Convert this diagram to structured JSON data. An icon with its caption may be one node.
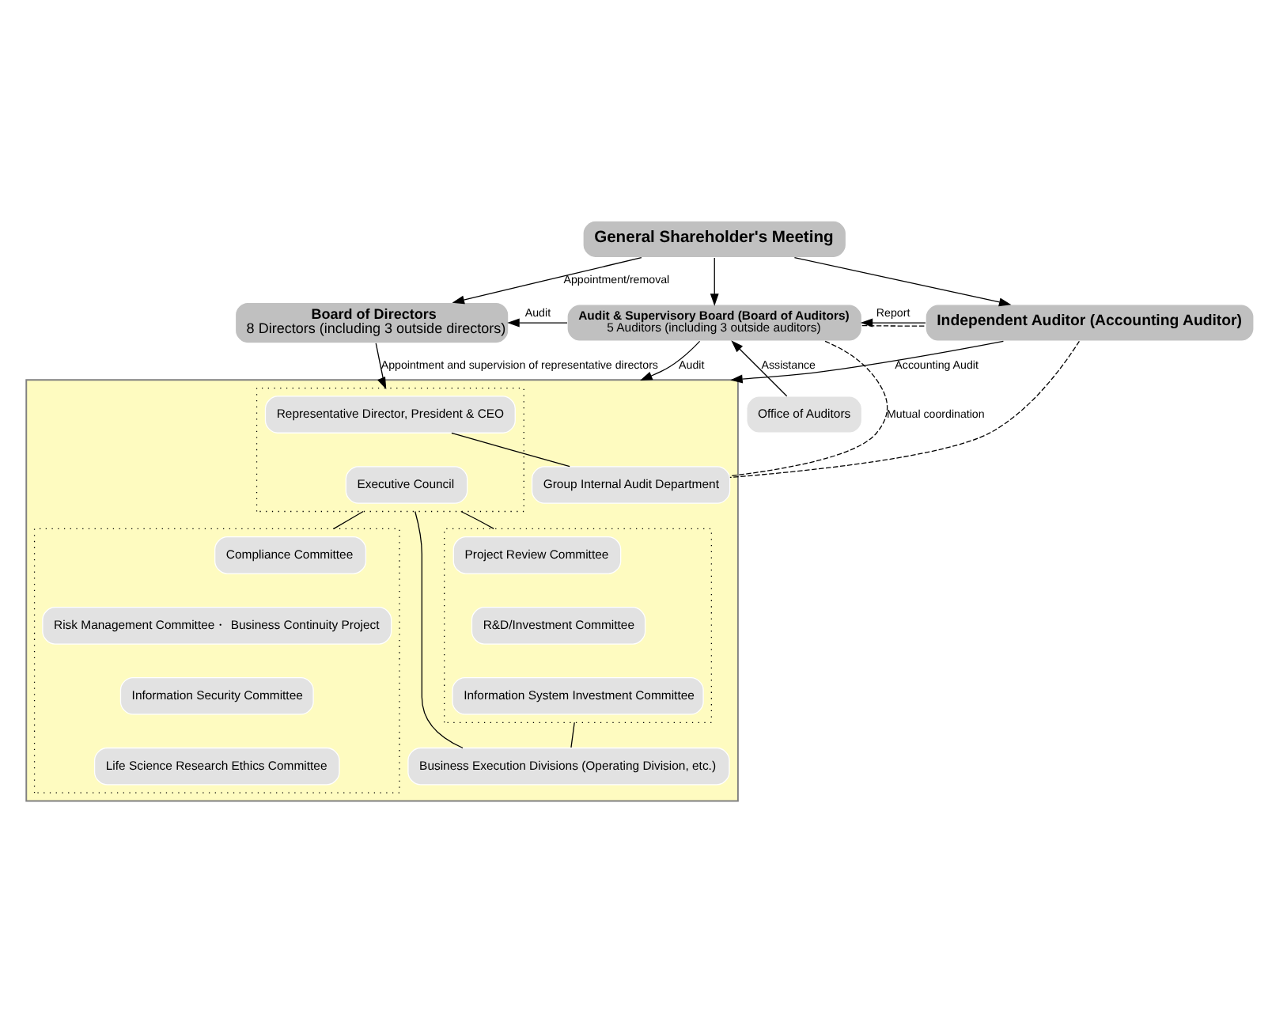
{
  "diagram": {
    "nodes": [
      {
        "text": [
          "General Shareholder's Meeting"
        ]
      },
      {
        "text": [
          "Board of Directors",
          "8 Directors (including 3 outside directors)"
        ]
      },
      {
        "text": [
          "Audit & Supervisory Board (Board of Auditors)",
          "5 Auditors (including 3 outside auditors)"
        ]
      },
      {
        "text": [
          "Independent Auditor (Accounting Auditor)"
        ]
      },
      {
        "text": [
          "Office of Auditors"
        ]
      },
      {
        "text": [],
        "shape": "box"
      },
      {
        "text": [],
        "shape": "box",
        "in": 5
      },
      {
        "text": [
          "Representative Director, President & CEO"
        ],
        "in": 6
      },
      {
        "text": [
          "Executive Council"
        ],
        "in": 6
      },
      {
        "text": [
          "Group Internal Audit Department"
        ],
        "in": 5
      },
      {
        "text": [],
        "shape": "box",
        "in": 5
      },
      {
        "text": [
          "Project Review Committee"
        ],
        "in": 10
      },
      {
        "text": [
          "R&D/Investment Committee"
        ],
        "in": 10
      },
      {
        "text": [
          "Information System Investment Committee"
        ],
        "in": 10
      },
      {
        "text": [],
        "shape": "box",
        "in": 5
      },
      {
        "text": [
          "Compliance Committee"
        ],
        "in": 14
      },
      {
        "text": [
          "Risk Management Committee・ Business Continuity Project"
        ],
        "in": 14
      },
      {
        "text": [
          "Information Security Committee"
        ],
        "in": 14
      },
      {
        "text": [
          "Life Science Research Ethics Committee"
        ],
        "in": 14
      },
      {
        "text": [
          "Business Execution Divisions (Operating Division, etc.)"
        ],
        "in": 5
      }
    ],
    "edges": [
      {
        "from": 0,
        "to": 1,
        "arrow": "to",
        "label": "Appointment/removal"
      },
      {
        "from": 0,
        "to": 2,
        "arrow": "to"
      },
      {
        "from": 0,
        "to": 3,
        "arrow": "to"
      },
      {
        "from": 2,
        "to": 1,
        "arrow": "to",
        "label": "Audit"
      },
      {
        "from": 3,
        "to": 2,
        "arrow": "to",
        "label": "Report"
      },
      {
        "from": 2,
        "to": 3,
        "arrow": "none",
        "style": "dashed"
      },
      {
        "from": 4,
        "to": 2,
        "arrow": "to",
        "label": "Assistance"
      },
      {
        "from": 2,
        "to": 5,
        "arrow": "to",
        "label": "Audit"
      },
      {
        "from": 3,
        "to": 5,
        "arrow": "to",
        "label": "Accounting Audit"
      },
      {
        "from": 1,
        "to": 6,
        "arrow": "to",
        "label": "Appointment and supervision of representative directors"
      },
      {
        "from": 2,
        "to": 9,
        "arrow": "none",
        "style": "dashed",
        "label": "Mutual coordination"
      },
      {
        "from": 3,
        "to": 9,
        "arrow": "none",
        "style": "dashed"
      },
      {
        "from": 7,
        "to": 9,
        "arrow": "none"
      },
      {
        "from": 6,
        "to": 14,
        "arrow": "none"
      },
      {
        "from": 6,
        "to": 10,
        "arrow": "none"
      },
      {
        "from": 6,
        "to": 19,
        "arrow": "none"
      },
      {
        "from": 10,
        "to": 19,
        "arrow": "none"
      }
    ]
  }
}
